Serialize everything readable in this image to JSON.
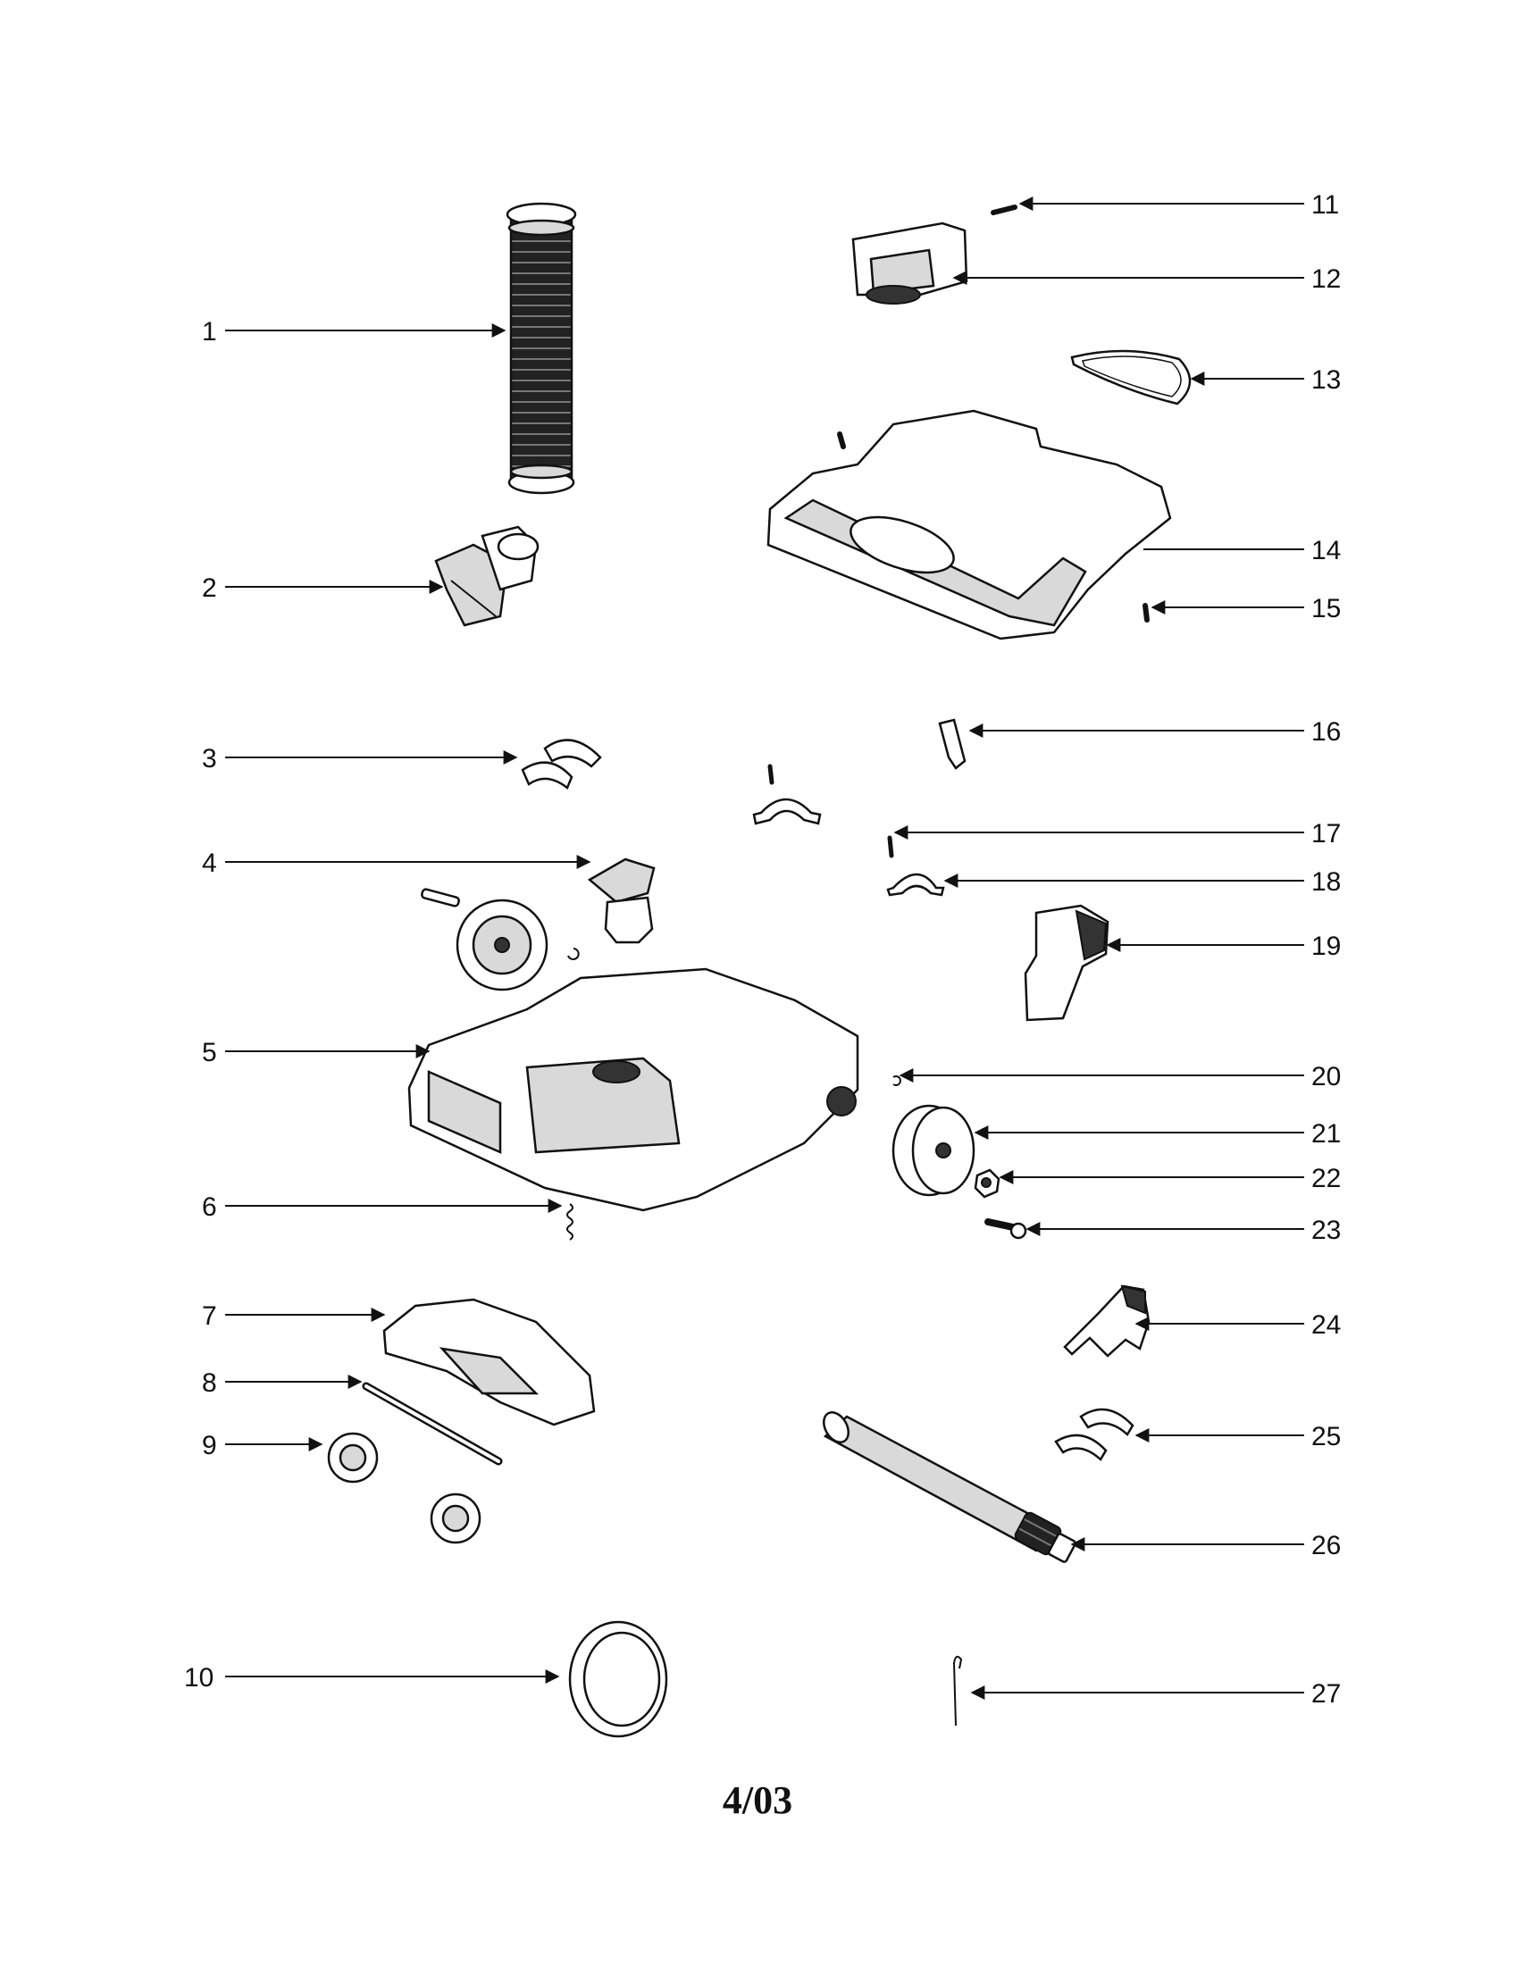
{
  "callouts": {
    "c1": "1",
    "c2": "2",
    "c3": "3",
    "c4": "4",
    "c5": "5",
    "c6": "6",
    "c7": "7",
    "c8": "8",
    "c9": "9",
    "c10": "10",
    "c11": "11",
    "c12": "12",
    "c13": "13",
    "c14": "14",
    "c15": "15",
    "c16": "16",
    "c17": "17",
    "c18": "18",
    "c19": "19",
    "c20": "20",
    "c21": "21",
    "c22": "22",
    "c23": "23",
    "c24": "24",
    "c25": "25",
    "c26": "26",
    "c27": "27"
  },
  "footer": {
    "date_code": "4/03"
  }
}
